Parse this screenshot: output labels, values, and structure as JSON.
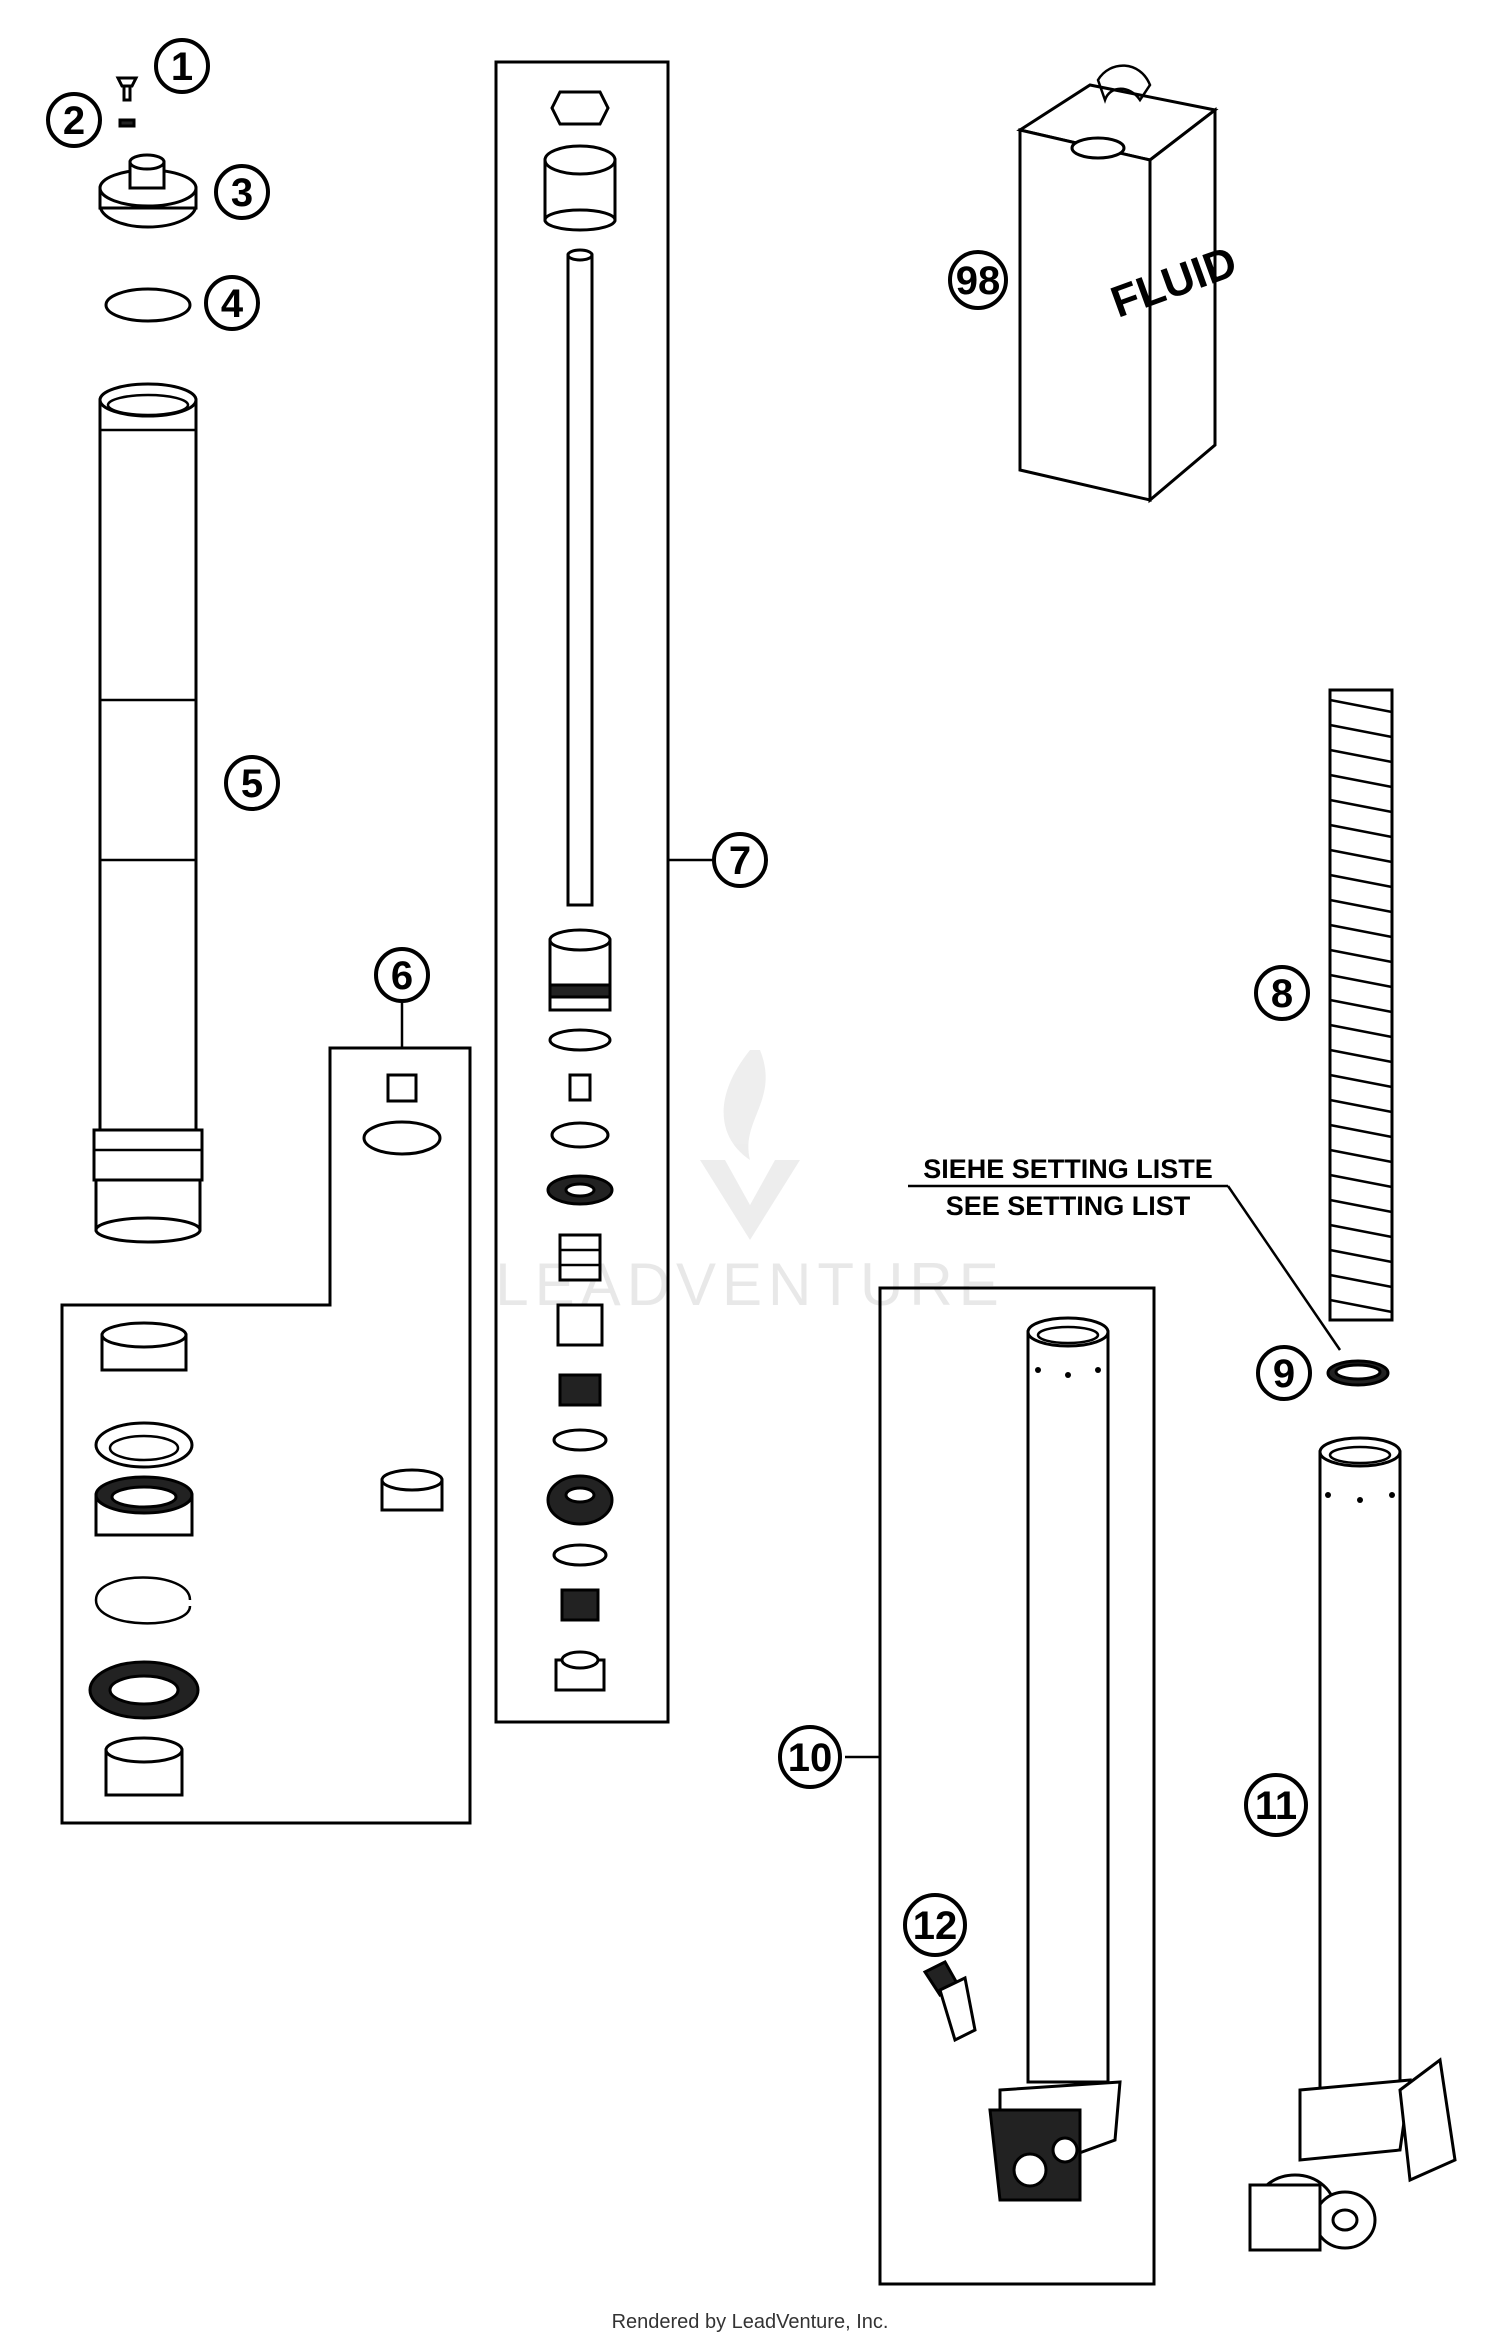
{
  "callouts": {
    "c1": "1",
    "c2": "2",
    "c3": "3",
    "c4": "4",
    "c5": "5",
    "c6": "6",
    "c7": "7",
    "c8": "8",
    "c9": "9",
    "c10": "10",
    "c11": "11",
    "c12": "12",
    "c98": "98"
  },
  "labels": {
    "fluid": "FLUID",
    "setting_de": "SIEHE SETTING LISTE",
    "setting_en": "SEE SETTING LIST"
  },
  "watermark": "LEADVENTURE",
  "footer": {
    "credit": "Rendered by LeadVenture, Inc."
  }
}
